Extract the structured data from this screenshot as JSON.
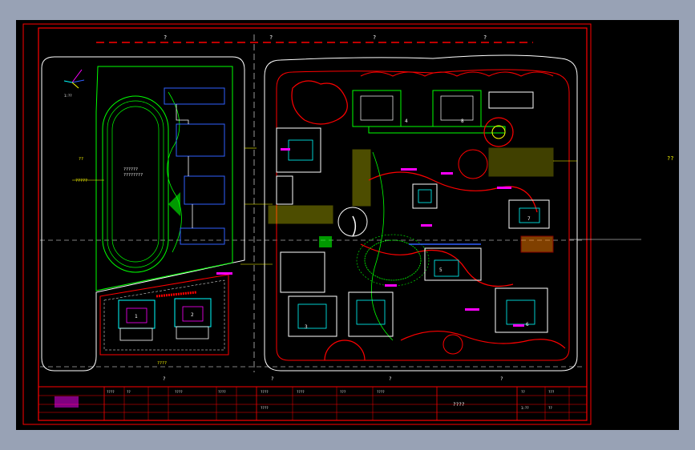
{
  "app": {
    "background_color": "#98a2b5",
    "viewport_color": "#000000"
  },
  "colors": {
    "frame": "#ff0000",
    "road": "#ffffff",
    "green": "#00ff00",
    "yellow": "#ffff00",
    "cyan": "#00ffff",
    "magenta": "#ff00ff",
    "blue": "#3060ff",
    "orange": "#ff8000"
  },
  "labels": {
    "top_q1": "?",
    "top_q2": "?",
    "top_q3": "?",
    "top_q4": "?",
    "top_q5": "?",
    "right_q": "??",
    "bottom_q1": "?",
    "bottom_q2": "?",
    "bottom_q3": "?",
    "bottom_q4": "?",
    "track_label": "??????",
    "track_sub": "????????",
    "left_dim": "??",
    "left_dim2": "?????",
    "bottom_dim": "????",
    "north_label": "1:??",
    "b1": "1",
    "b2": "2",
    "b3": "3",
    "b4": "4",
    "b5": "5",
    "b6": "6",
    "b7": "7",
    "b8": "8"
  },
  "title_block": {
    "col1": "????",
    "col2": "??",
    "col3": "????",
    "col4": "????",
    "col5": "????",
    "col6": "????",
    "col7": "???",
    "col8": "????",
    "col9": "??",
    "col10": "???",
    "project": "????",
    "drawing_title": "????",
    "scale": "1:??",
    "sheet": "??"
  }
}
